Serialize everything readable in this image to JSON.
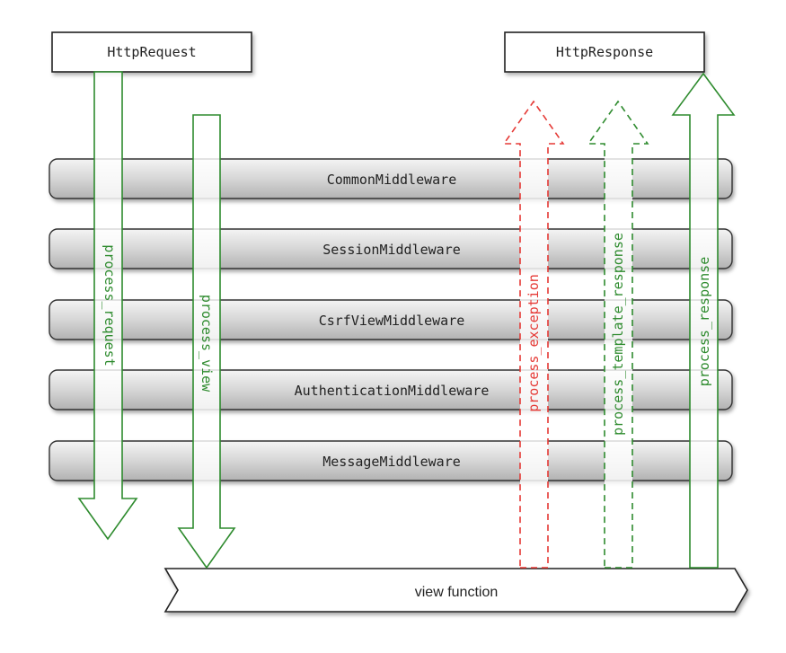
{
  "request_box": {
    "label": "HttpRequest"
  },
  "response_box": {
    "label": "HttpResponse"
  },
  "middlewares": [
    {
      "label": "CommonMiddleware"
    },
    {
      "label": "SessionMiddleware"
    },
    {
      "label": "CsrfViewMiddleware"
    },
    {
      "label": "AuthenticationMiddleware"
    },
    {
      "label": "MessageMiddleware"
    }
  ],
  "view_function": {
    "label": "view function"
  },
  "arrows": {
    "process_request": {
      "label": "process_request",
      "color": "#2e8b2e",
      "style": "solid"
    },
    "process_view": {
      "label": "process_view",
      "color": "#2e8b2e",
      "style": "solid"
    },
    "process_exception": {
      "label": "process_exception",
      "color": "#e53935",
      "style": "dashed"
    },
    "process_template_response": {
      "label": "process_template_response",
      "color": "#2e8b2e",
      "style": "dashed"
    },
    "process_response": {
      "label": "process_response",
      "color": "#2e8b2e",
      "style": "solid"
    }
  },
  "colors": {
    "green": "#2e8b2e",
    "red": "#e53935",
    "box_border": "#222222",
    "bar_top": "#f4f4f4",
    "bar_bottom": "#b8b8b8"
  }
}
